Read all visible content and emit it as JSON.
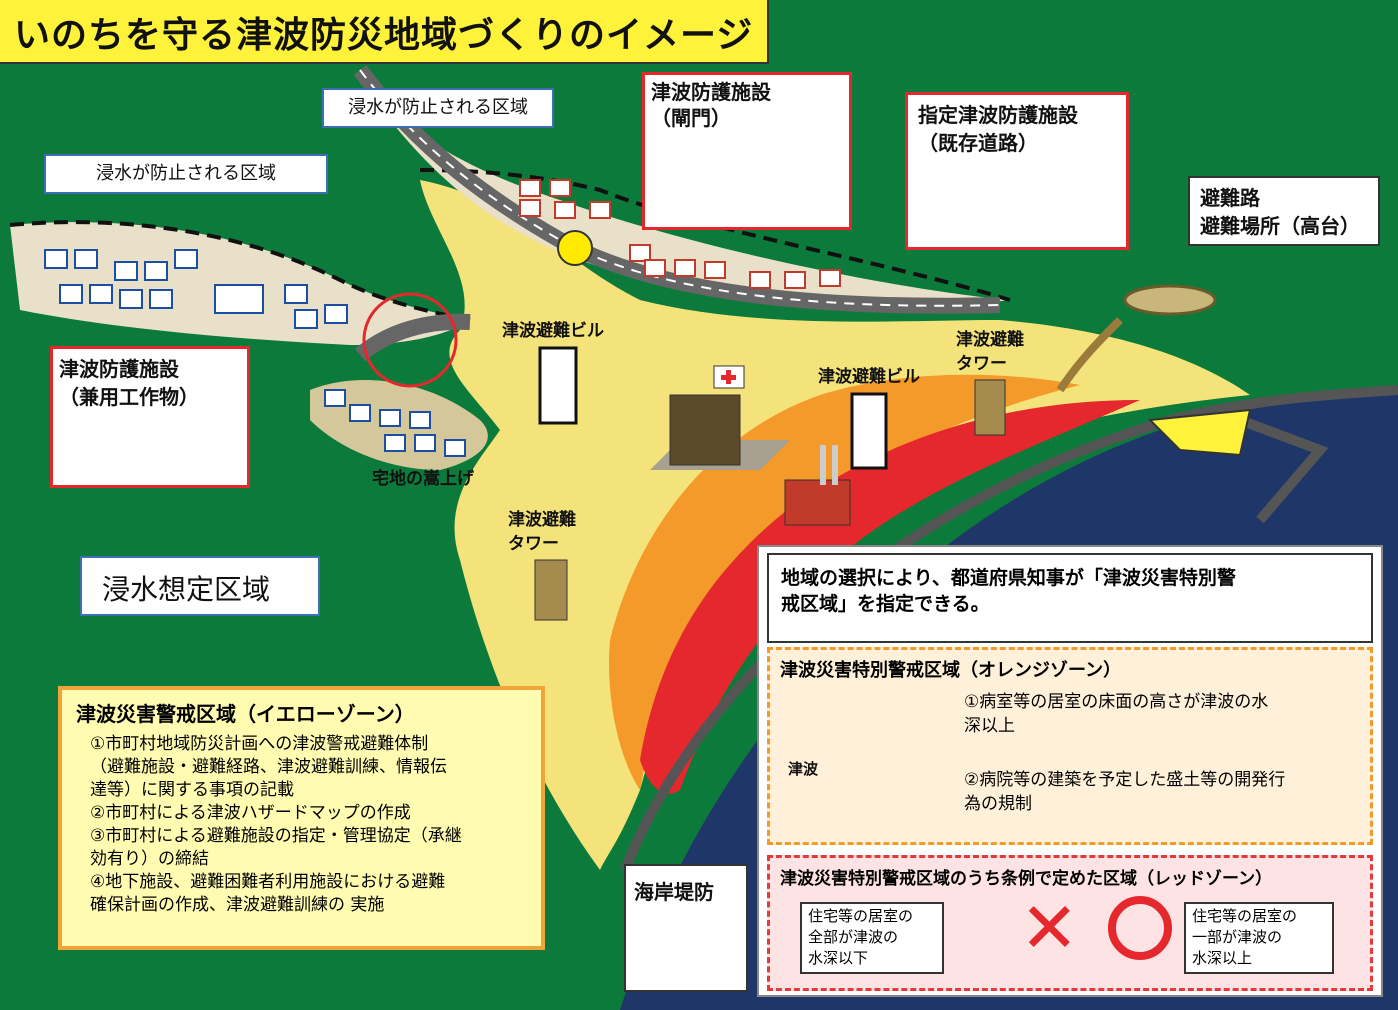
{
  "title": "いのちを守る津波防災地域づくりのイメージ",
  "labels": {
    "prevented_area_1": "浸水が防止される区域",
    "prevented_area_2": "浸水が防止される区域",
    "gate_title": "津波防護施設\n（閘門）",
    "designated_title": "指定津波防護施設\n（既存道路）",
    "evac_title": "避難路\n避難場所（高台）",
    "dual_title": "津波防護施設\n（兼用工作物）",
    "building_1": "津波避難ビル",
    "building_2": "津波避難ビル",
    "tower_1": "津波避難\nタワー",
    "tower_2": "津波避難\nタワー",
    "raised_land": "宅地の嵩上げ",
    "inundation_area": "浸水想定区域",
    "seawall": "海岸堤防"
  },
  "yellow_zone": {
    "title": "津波災害警戒区域（イエローゾーン）",
    "items": [
      "①市町村地域防災計画への津波警戒避難体制\n（避難施設・避難経路、津波避難訓練、情報伝\n達等）に関する事項の記載",
      "②市町村による津波ハザードマップの作成",
      "③市町村による避難施設の指定・管理協定（承継\n効有り）の締結",
      "④地下施設、避難困難者利用施設における避難\n確保計画の作成、津波避難訓練の 実施"
    ]
  },
  "info": {
    "headline": "地域の選択により、都道府県知事が「津波災害特別警\n戒区域」を指定できる。",
    "orange_title": "津波災害特別警戒区域（オレンジゾーン）",
    "orange_item1": "①病室等の居室の床面の高さが津波の水\n深以上",
    "orange_item2": "②病院等の建築を予定した盛土等の開発行\n為の規制",
    "tsunami_label": "津波",
    "red_title": "津波災害特別警戒区域のうち条例で定めた区域（レッドゾーン）",
    "red_note_left": "住宅等の居室の\n全部が津波の\n水深以下",
    "red_note_right": "住宅等の居室の\n一部が津波の\n水深以上"
  },
  "colors": {
    "green": "#0b7a3a",
    "yellow_zone": "#f4e37a",
    "orange_zone": "#f39a2a",
    "red_zone": "#e5282e",
    "sea": "#1e3768"
  }
}
